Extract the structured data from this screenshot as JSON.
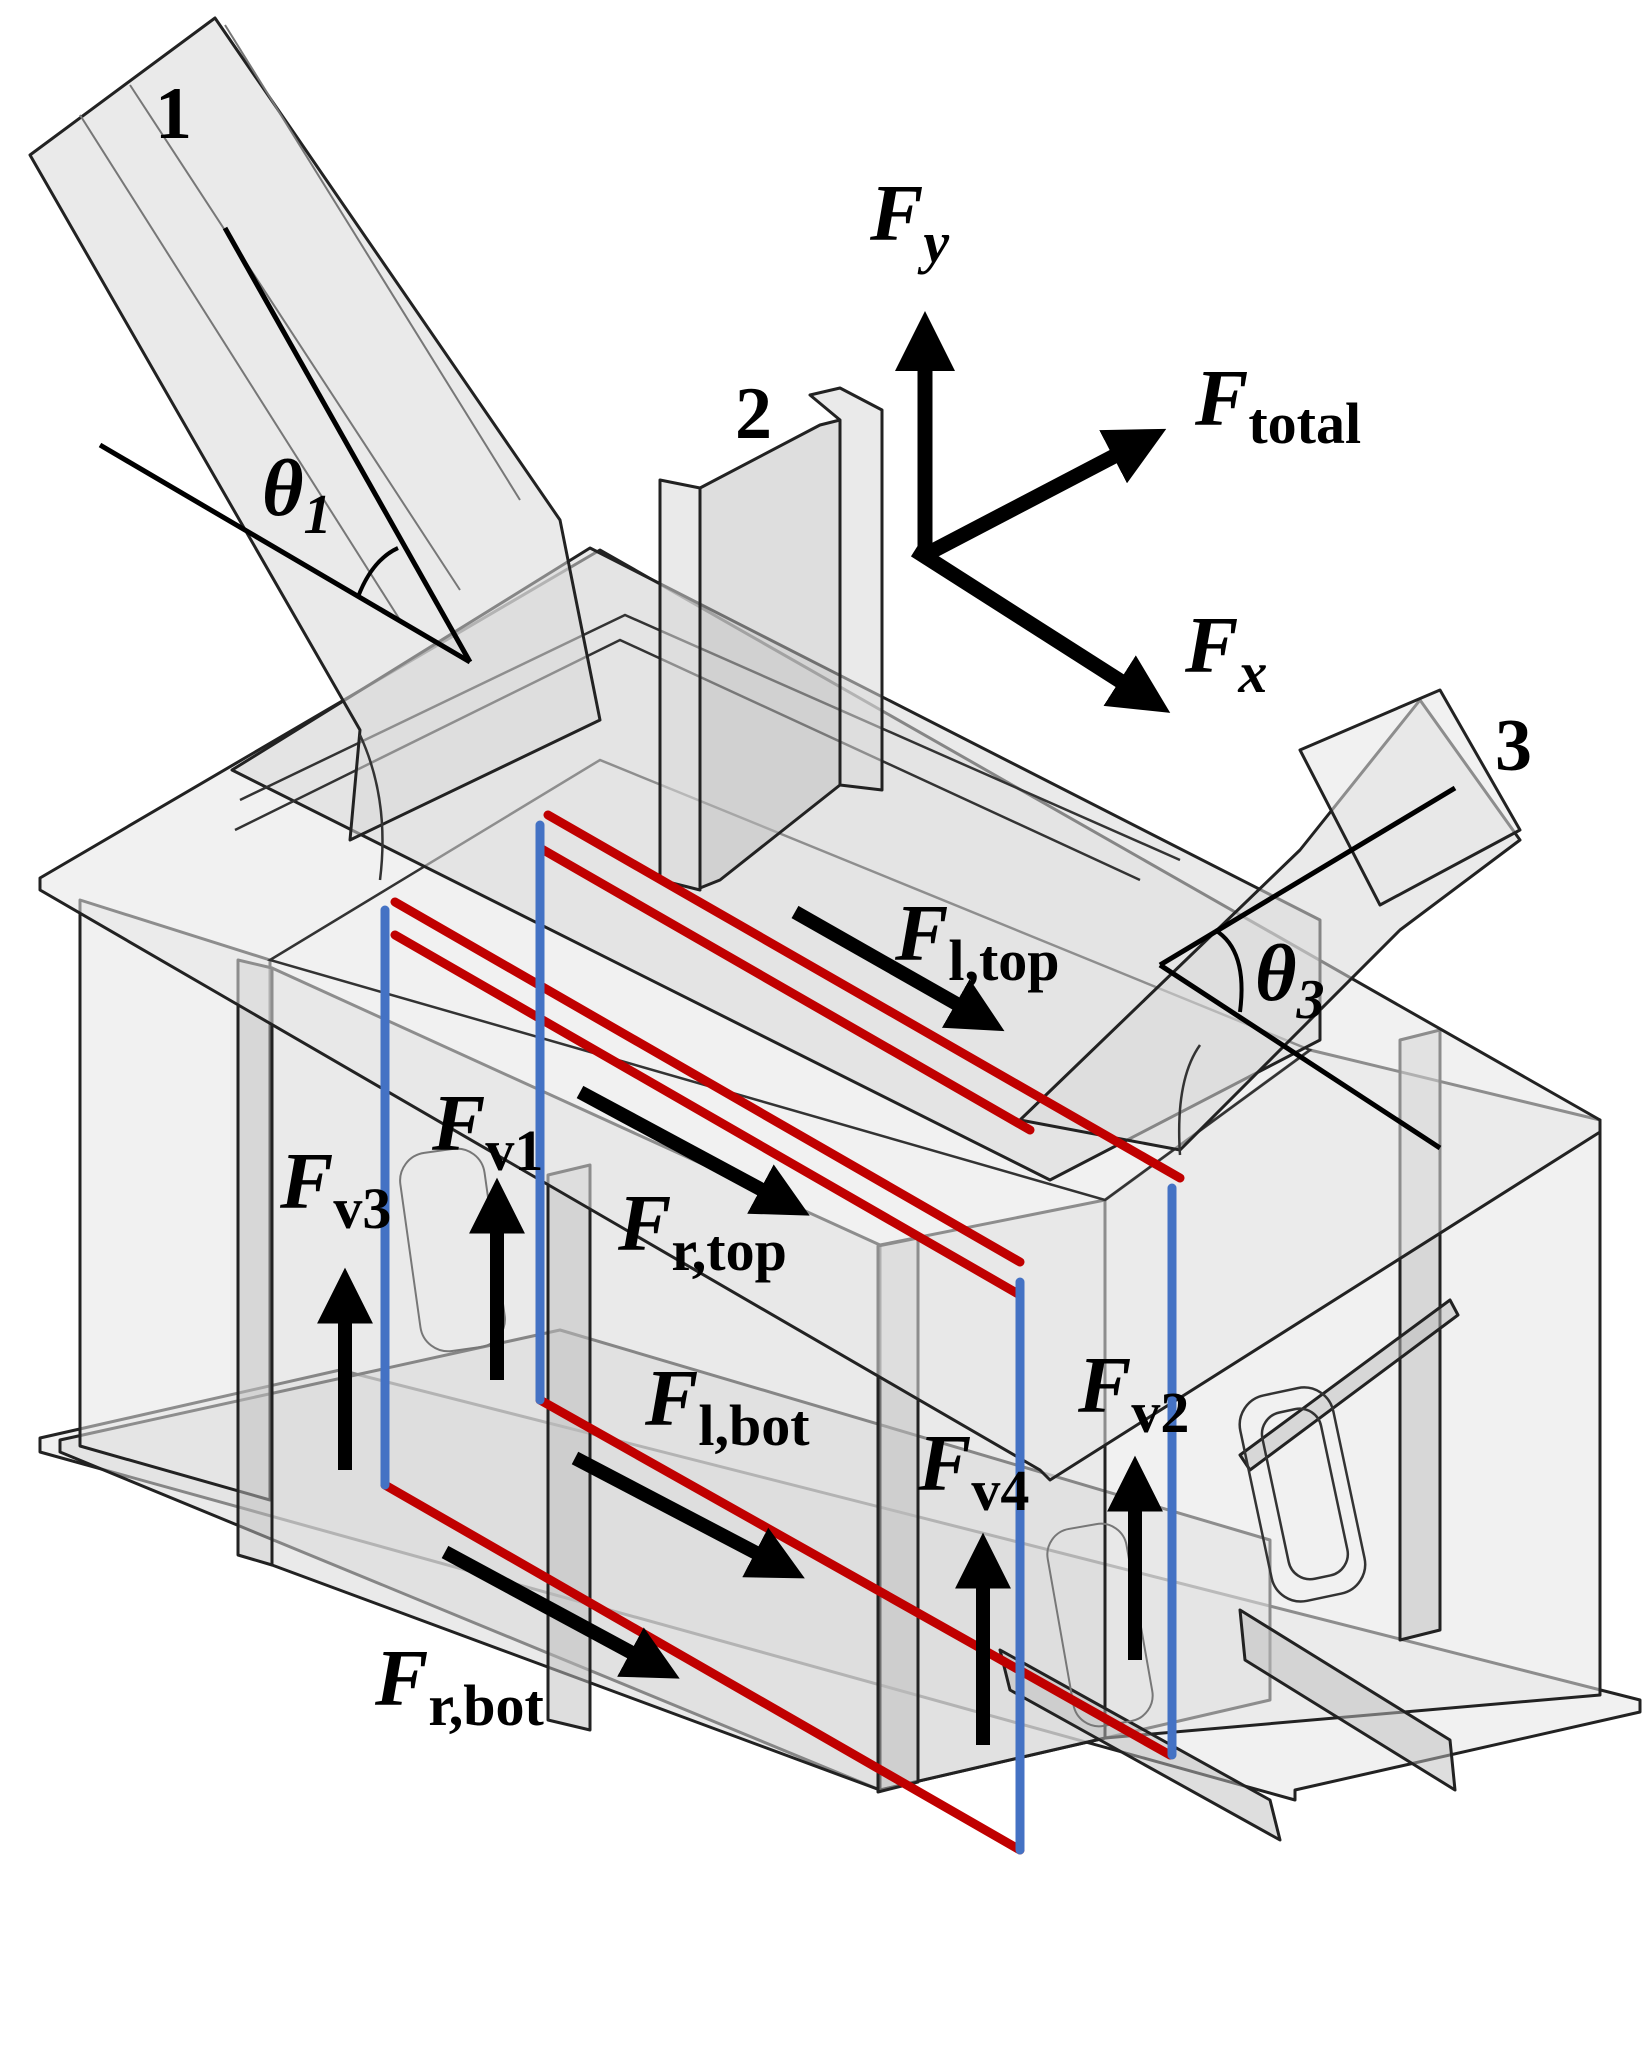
{
  "colors": {
    "horizontal_force_line": "#c00000",
    "vertical_force_line": "#4472c4",
    "arrow": "#000000"
  },
  "branch_labels": {
    "b1": "1",
    "b2": "2",
    "b3": "3"
  },
  "axes": {
    "fy": {
      "main": "F",
      "sub": "y"
    },
    "ftotal": {
      "main": "F",
      "sub": "total"
    },
    "fx": {
      "main": "F",
      "sub": "x"
    }
  },
  "angles": {
    "theta1": {
      "main": "θ",
      "sub": "1"
    },
    "theta3": {
      "main": "θ",
      "sub": "3"
    }
  },
  "forces": {
    "fl_top": {
      "main": "F",
      "sub": "l,top"
    },
    "fr_top": {
      "main": "F",
      "sub": "r,top"
    },
    "fl_bot": {
      "main": "F",
      "sub": "l,bot"
    },
    "fr_bot": {
      "main": "F",
      "sub": "r,bot"
    },
    "fv1": {
      "main": "F",
      "sub": "v1"
    },
    "fv2": {
      "main": "F",
      "sub": "v2"
    },
    "fv3": {
      "main": "F",
      "sub": "v3"
    },
    "fv4": {
      "main": "F",
      "sub": "v4"
    }
  }
}
